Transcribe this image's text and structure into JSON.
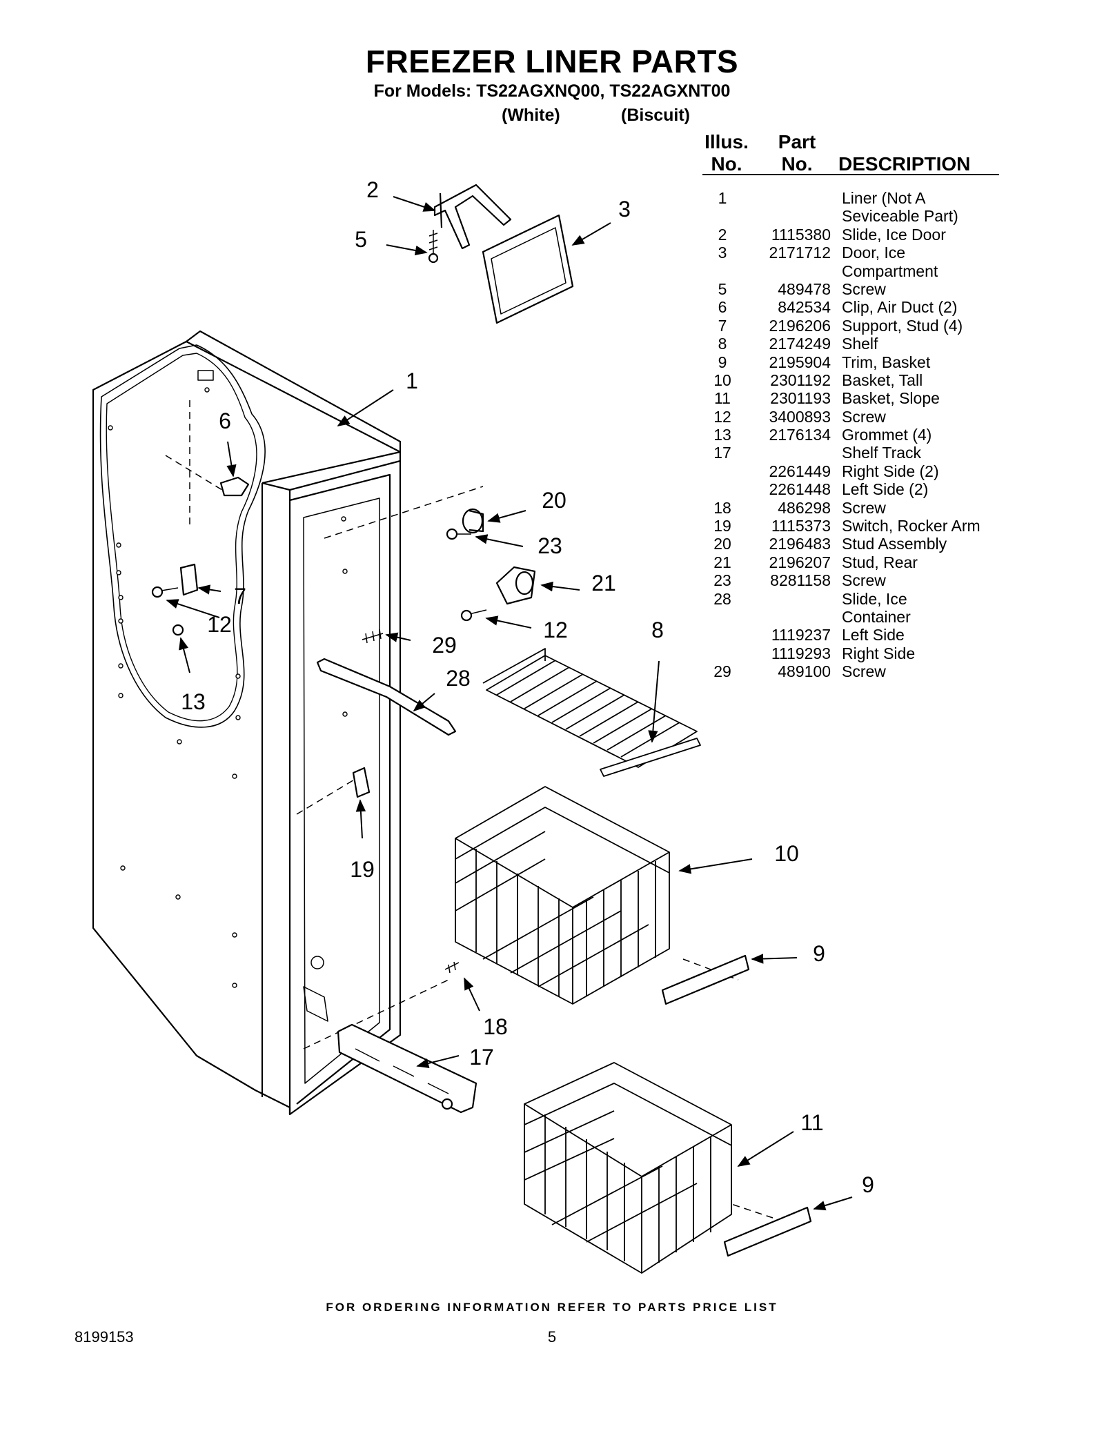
{
  "header": {
    "title": "FREEZER LINER PARTS",
    "models": "For Models: TS22AGXNQ00, TS22AGXNT00",
    "variant_1": "(White)",
    "variant_2": "(Biscuit)"
  },
  "table": {
    "col_illus_1": "Illus.",
    "col_illus_2": "No.",
    "col_part_1": "Part",
    "col_part_2": "No.",
    "col_desc": "DESCRIPTION",
    "rows": [
      {
        "illus": "1",
        "part": "",
        "desc": "Liner (Not A"
      },
      {
        "illus": "",
        "part": "",
        "desc": "Seviceable Part)"
      },
      {
        "illus": "2",
        "part": "1115380",
        "desc": "Slide, Ice Door"
      },
      {
        "illus": "3",
        "part": "2171712",
        "desc": "Door, Ice"
      },
      {
        "illus": "",
        "part": "",
        "desc": "Compartment"
      },
      {
        "illus": "5",
        "part": "489478",
        "desc": "Screw"
      },
      {
        "illus": "6",
        "part": "842534",
        "desc": "Clip, Air Duct (2)"
      },
      {
        "illus": "7",
        "part": "2196206",
        "desc": "Support, Stud (4)"
      },
      {
        "illus": "8",
        "part": "2174249",
        "desc": "Shelf"
      },
      {
        "illus": "9",
        "part": "2195904",
        "desc": "Trim, Basket"
      },
      {
        "illus": "10",
        "part": "2301192",
        "desc": "Basket, Tall"
      },
      {
        "illus": "11",
        "part": "2301193",
        "desc": "Basket, Slope"
      },
      {
        "illus": "12",
        "part": "3400893",
        "desc": "Screw"
      },
      {
        "illus": "13",
        "part": "2176134",
        "desc": "Grommet (4)"
      },
      {
        "illus": "17",
        "part": "",
        "desc": "Shelf Track"
      },
      {
        "illus": "",
        "part": "2261449",
        "desc": "Right Side (2)"
      },
      {
        "illus": "",
        "part": "2261448",
        "desc": "Left Side (2)"
      },
      {
        "illus": "18",
        "part": "486298",
        "desc": "Screw"
      },
      {
        "illus": "19",
        "part": "1115373",
        "desc": "Switch, Rocker Arm"
      },
      {
        "illus": "20",
        "part": "2196483",
        "desc": "Stud Assembly"
      },
      {
        "illus": "21",
        "part": "2196207",
        "desc": "Stud, Rear"
      },
      {
        "illus": "23",
        "part": "8281158",
        "desc": "Screw"
      },
      {
        "illus": "28",
        "part": "",
        "desc": "Slide, Ice"
      },
      {
        "illus": "",
        "part": "",
        "desc": "Container"
      },
      {
        "illus": "",
        "part": "1119237",
        "desc": "Left Side"
      },
      {
        "illus": "",
        "part": "1119293",
        "desc": "Right Side"
      },
      {
        "illus": "29",
        "part": "489100",
        "desc": "Screw"
      }
    ]
  },
  "callouts": {
    "c2": "2",
    "c3": "3",
    "c5": "5",
    "c1": "1",
    "c6": "6",
    "c20": "20",
    "c23": "23",
    "c21": "21",
    "c7": "7",
    "c12a": "12",
    "c12b": "12",
    "c8": "8",
    "c29": "29",
    "c28": "28",
    "c13": "13",
    "c19": "19",
    "c10": "10",
    "c9a": "9",
    "c18": "18",
    "c17": "17",
    "c11": "11",
    "c9b": "9"
  },
  "footer": {
    "note": "FOR ORDERING INFORMATION REFER TO PARTS PRICE LIST",
    "doc_number": "8199153",
    "page": "5"
  }
}
